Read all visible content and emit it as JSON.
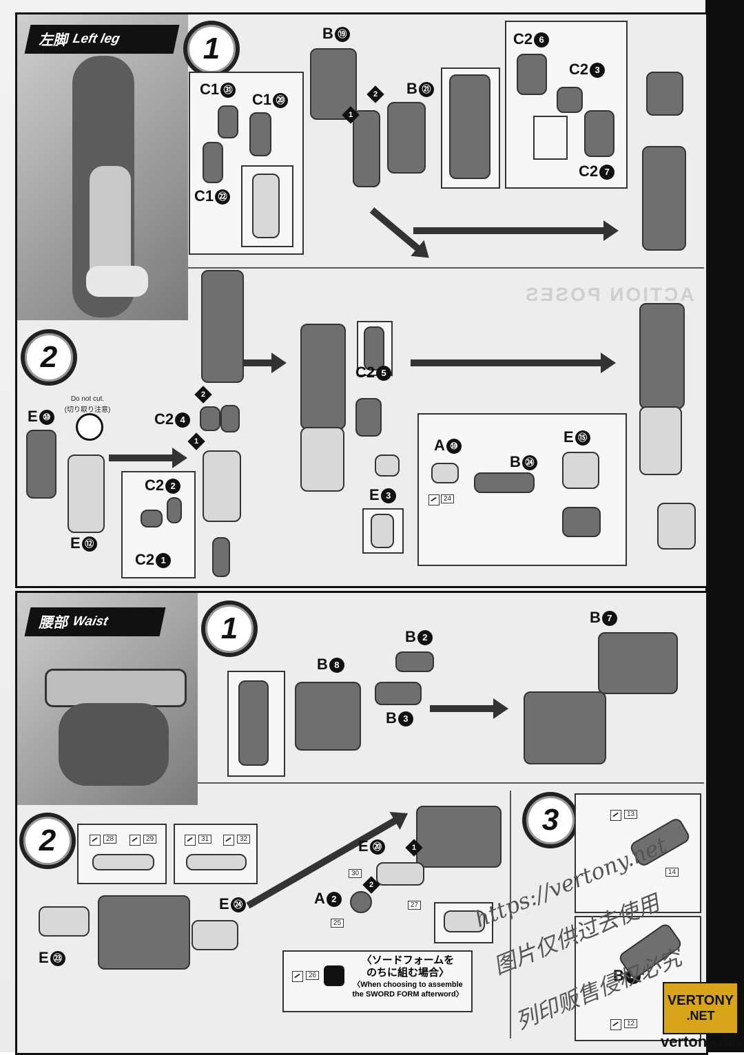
{
  "sections": {
    "leg": {
      "jp": "左脚",
      "en": "Left leg"
    },
    "waist": {
      "jp": "腰部",
      "en": "Waist"
    }
  },
  "steps": {
    "s1": "1",
    "s2": "2",
    "s3": "3"
  },
  "leg_step1": {
    "c1_31": "C1",
    "c1_31n": "㉛",
    "c1_20": "C1",
    "c1_20n": "⑳",
    "c1_22": "C1",
    "c1_22n": "㉒",
    "b19": "B",
    "b19n": "⑲",
    "b21": "B",
    "b21n": "㉑",
    "c2_6": "C2",
    "c2_6n": "6",
    "c2_3": "C2",
    "c2_3n": "3",
    "c2_7": "C2",
    "c2_7n": "7"
  },
  "leg_step2": {
    "e10": "E",
    "e10n": "⑩",
    "do_not_cut": "Do not cut.",
    "do_not_cut_jp": "(切り取り注意)",
    "e12": "E",
    "e12n": "⑫",
    "c2_4": "C2",
    "c2_4n": "4",
    "c2_2": "C2",
    "c2_2n": "2",
    "c2_1": "C2",
    "c2_1n": "1",
    "c2_5": "C2",
    "c2_5n": "5",
    "e3": "E",
    "e3n": "3",
    "a10": "A",
    "a10n": "⑩",
    "b24": "B",
    "b24n": "㉔",
    "e15": "E",
    "e15n": "⑮",
    "cut24": "24",
    "ghost": "ACTION POSES"
  },
  "waist_step1": {
    "b2": "B",
    "b2n": "2",
    "b8": "B",
    "b8n": "8",
    "b3": "B",
    "b3n": "3",
    "b7": "B",
    "b7n": "7"
  },
  "waist_step2": {
    "cut28": "28",
    "cut29": "29",
    "cut31": "31",
    "cut32": "32",
    "e24": "E",
    "e24n": "㉔",
    "e23": "E",
    "e23n": "㉓",
    "e20": "E",
    "e20n": "⑳",
    "a2": "A",
    "a2n": "2",
    "cut30": "30",
    "cut25": "25",
    "cut27": "27",
    "cut26": "26",
    "note_jp1": "〈ソードフォームを",
    "note_jp2": "のちに組む場合〉",
    "note_en1": "〈When choosing to assemble",
    "note_en2": "the SWORD FORM afterword〉"
  },
  "waist_step3": {
    "cut13": "13",
    "cut14": "14",
    "cut12": "12",
    "b4": "B",
    "b4n": "4"
  },
  "watermarks": {
    "url": "https://vertony.net",
    "cn1": "图片仅供过去使用",
    "cn2": "列印贩售侵权必究"
  },
  "logo": {
    "line1": "VERTONY",
    "line2": ".NET",
    "url": "vertony.net"
  }
}
